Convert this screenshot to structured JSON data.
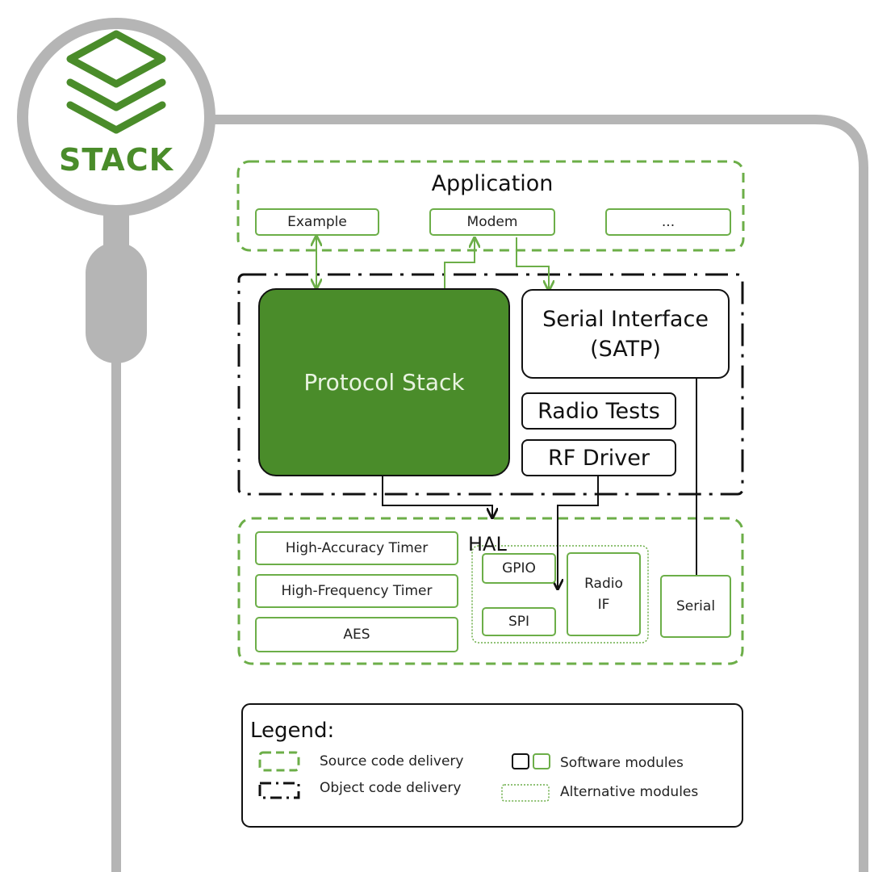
{
  "badge": {
    "label": "STACK",
    "icon": "stack-layers-icon"
  },
  "application": {
    "title": "Application",
    "modules": [
      "Example",
      "Modem",
      "..."
    ]
  },
  "object_block": {
    "protocol_stack": "Protocol Stack",
    "serial_interface_line1": "Serial Interface",
    "serial_interface_line2": "(SATP)",
    "radio_tests": "Radio Tests",
    "rf_driver": "RF Driver"
  },
  "hal": {
    "title": "HAL",
    "timers": [
      "High-Accuracy Timer",
      "High-Frequency Timer",
      "AES"
    ],
    "gpio": "GPIO",
    "spi": "SPI",
    "radio_if_line1": "Radio",
    "radio_if_line2": "IF",
    "serial": "Serial"
  },
  "legend": {
    "title": "Legend:",
    "source_code": "Source code delivery",
    "object_code": "Object code delivery",
    "software_modules": "Software modules",
    "alternative_modules": "Alternative modules"
  },
  "colors": {
    "green": "#6cae48",
    "dark_green": "#4a8c2a",
    "grey": "#b5b5b5",
    "black": "#111111"
  }
}
